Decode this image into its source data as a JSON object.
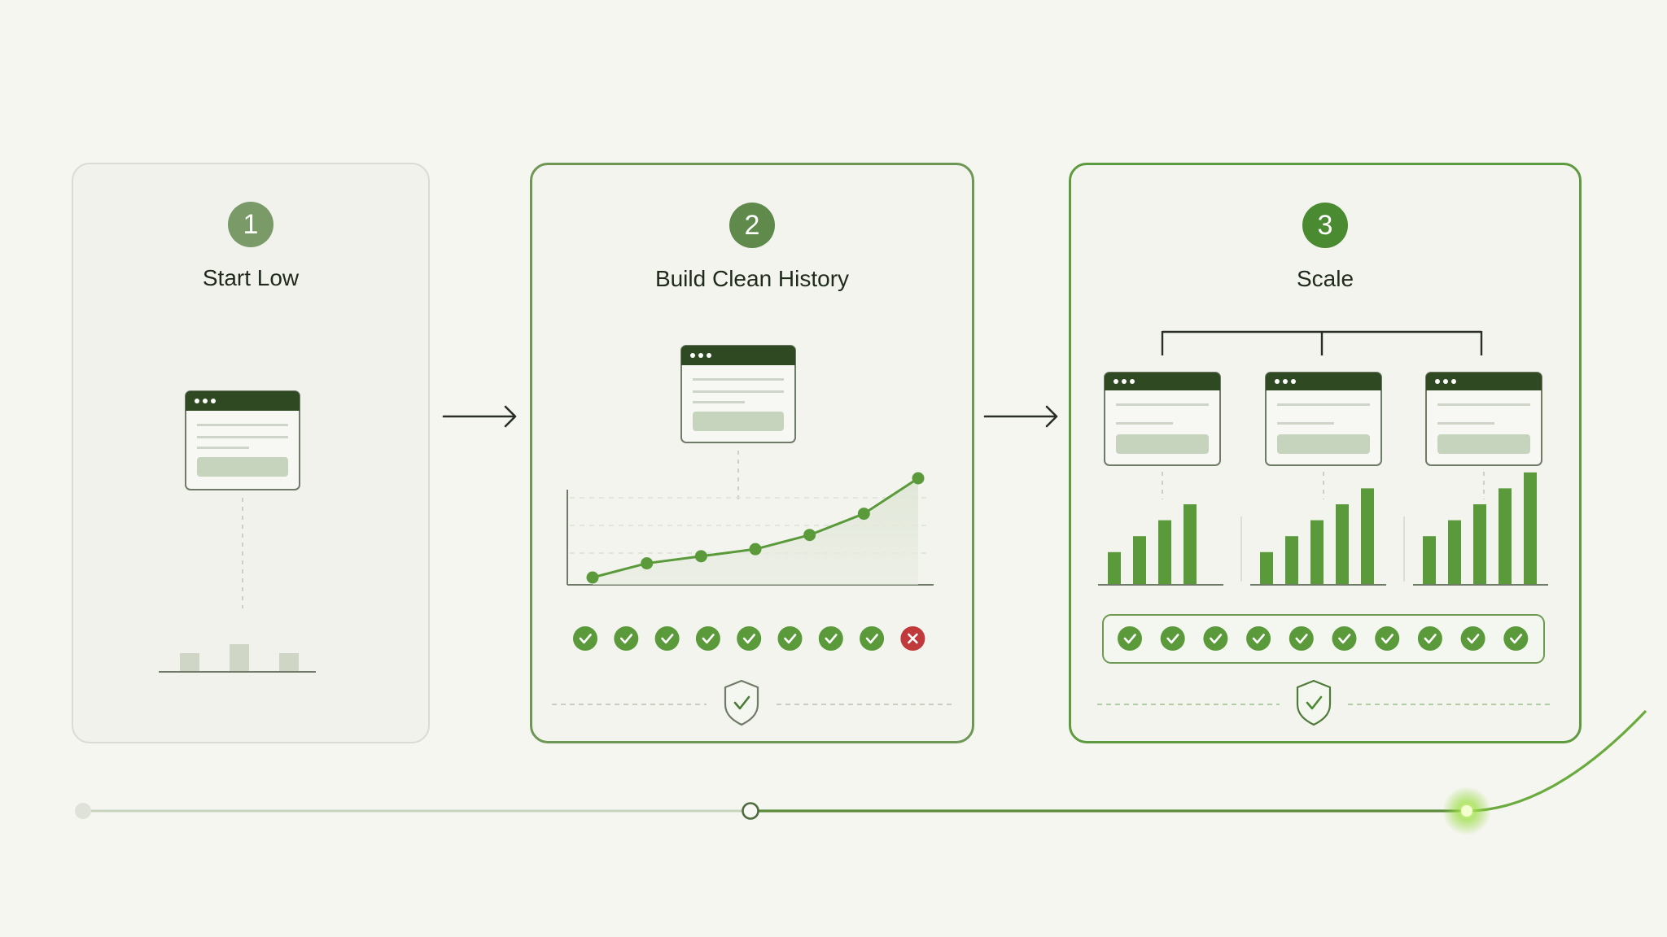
{
  "steps": [
    {
      "number": "1",
      "title": "Start Low",
      "badge_color": "#7a9a68"
    },
    {
      "number": "2",
      "title": "Build Clean History",
      "badge_color": "#5f8a4b"
    },
    {
      "number": "3",
      "title": "Scale",
      "badge_color": "#4a8a30"
    }
  ],
  "colors": {
    "accent": "#5a9a3a",
    "dark_header": "#2f4a22",
    "check_green": "#5a9a3a",
    "fail_red": "#c0393b",
    "muted_bar": "#cfd6c6"
  },
  "icons": [
    "arrow-right-icon",
    "check-icon",
    "x-icon",
    "shield-check-icon",
    "browser-window-icon"
  ],
  "step2_checks": [
    "pass",
    "pass",
    "pass",
    "pass",
    "pass",
    "pass",
    "pass",
    "pass",
    "fail"
  ],
  "step3_checks": [
    "pass",
    "pass",
    "pass",
    "pass",
    "pass",
    "pass",
    "pass",
    "pass",
    "pass",
    "pass"
  ],
  "step2_trend": [
    1,
    2,
    2.5,
    3,
    4,
    5.5,
    8
  ],
  "step3_bar_groups": [
    [
      2,
      3,
      4,
      5
    ],
    [
      2,
      3,
      4,
      5,
      6
    ],
    [
      3,
      4,
      5,
      6,
      7
    ]
  ],
  "step1_bars": [
    2,
    3,
    2
  ]
}
